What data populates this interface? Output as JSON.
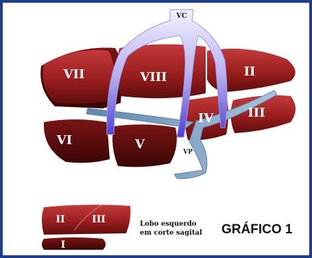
{
  "colors": {
    "border": "#1d3f8a",
    "liver_light": "#b52a2a",
    "liver_dark": "#5e0d0d",
    "hepatic_veins": "#5548d8",
    "portal_vein": "#7fa3c4"
  },
  "vessels": {
    "vena_cava_label": "VC",
    "portal_vein_label": "VP"
  },
  "segments": {
    "s1": "I",
    "s2": "II",
    "s3": "III",
    "s4": "IV",
    "s5": "V",
    "s6": "VI",
    "s7": "VII",
    "s8": "VIII"
  },
  "inset": {
    "seg_II": "II",
    "seg_III": "III",
    "seg_I": "I"
  },
  "caption": {
    "line1": "Lobo esquerdo",
    "line2": "em corte sagital"
  },
  "title": "GRÁFICO 1"
}
